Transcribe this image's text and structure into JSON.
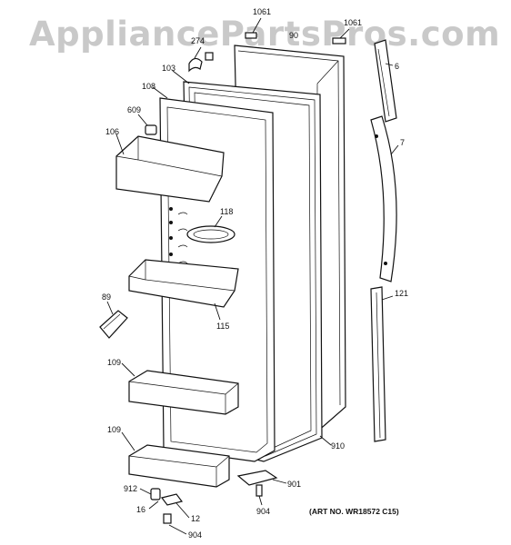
{
  "watermark": "AppliancePartsPros.com",
  "art_number": "(ART NO. WR18572 C15)",
  "callouts": {
    "p1061a": "1061",
    "p1061b": "1061",
    "p90": "90",
    "p274": "274",
    "p6": "6",
    "p103": "103",
    "p108": "108",
    "p7": "7",
    "p609": "609",
    "p106": "106",
    "p118": "118",
    "p121": "121",
    "p89": "89",
    "p115": "115",
    "p109a": "109",
    "p109b": "109",
    "p910": "910",
    "p901": "901",
    "p912": "912",
    "p16": "16",
    "p12": "12",
    "p904a": "904",
    "p904b": "904"
  }
}
